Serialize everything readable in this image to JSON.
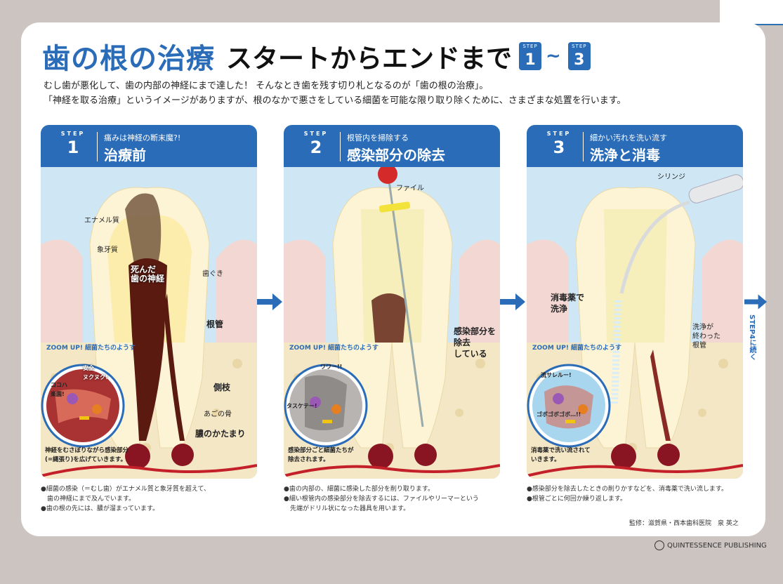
{
  "header": {
    "title_blue": "歯の根の治療",
    "title_black": "スタートからエンドまで",
    "step_word": "STEP",
    "step_from": "1",
    "tilde": "~",
    "step_to": "3"
  },
  "intro": {
    "line1": "むし歯が悪化して、歯の内部の神経にまで達した！ そんなとき歯を残す切り札となるのが「歯の根の治療」。",
    "line2": "「神経を取る治療」というイメージがありますが、根のなかで悪さをしている細菌を可能な限り取り除くために、さまざまな処置を行います。"
  },
  "steps": [
    {
      "step_word": "STEP",
      "num": "1",
      "subtitle": "痛みは神経の断末魔?!",
      "title": "治療前",
      "labels": {
        "enamel": "エナメル質",
        "dentin": "象牙質",
        "dead_nerve": "死んだ\n歯の神経",
        "gum": "歯ぐき",
        "root_canal": "根管",
        "lateral": "側枝",
        "jawbone": "あごの骨",
        "pus": "膿のかたまり",
        "zoom": "ZOOM UP! 細菌たちのようす",
        "bubble1": "安全\nヌクヌク!",
        "bubble2": "ココハ\n楽園!",
        "caption": "神経をむさぼりながら感染部分\n(=縄張り)を広げていきます。"
      },
      "notes": [
        "●細菌の感染（＝むし歯）がエナメル質と象牙質を超えて、",
        "　歯の神経にまで及んでいます。",
        "●歯の根の先には、膿が溜まっています。"
      ]
    },
    {
      "step_word": "STEP",
      "num": "2",
      "subtitle": "根管内を掃除する",
      "title": "感染部分の除去",
      "labels": {
        "file": "ファイル",
        "remove": "感染部分を\n除去\nしている",
        "zoom": "ZOOM UP! 細菌たちのようす",
        "bubble1": "ワワー!!",
        "bubble2": "タスケテー!",
        "caption": "感染部分ごと細菌たちが\n除去されます。"
      },
      "notes": [
        "●歯の内部の、細菌に感染した部分を削り取ります。",
        "●細い根管内の感染部分を除去するには、ファイルやリーマーという",
        "　先端がドリル状になった器具を用います。"
      ]
    },
    {
      "step_word": "STEP",
      "num": "3",
      "subtitle": "細かい汚れを洗い流す",
      "title": "洗浄と消毒",
      "labels": {
        "syringe": "シリンジ",
        "disinfect": "消毒薬で\n洗浄",
        "cleaned": "洗浄が\n終わった\n根管",
        "zoom": "ZOOM UP! 細菌たちのようす",
        "bubble1": "流サレルー!",
        "bubble2": "ゴボゴボゴボ…!!",
        "caption": "消毒薬で洗い流されて\nいきます。"
      },
      "notes": [
        "●感染部分を除去したときの削りかすなどを、消毒薬で洗い流します。",
        "●根管ごとに何回か繰り返します。"
      ]
    }
  ],
  "side_note": "STEP4に続く",
  "credit": "監修：滋賀県・西本歯科医院　泉 英之",
  "publisher": "QUINTESSENCE PUBLISHING",
  "colors": {
    "brand_blue": "#2a6cb8",
    "decay": "#5a1a10",
    "pus": "#8a1522",
    "bone": "#f3e6c4"
  }
}
